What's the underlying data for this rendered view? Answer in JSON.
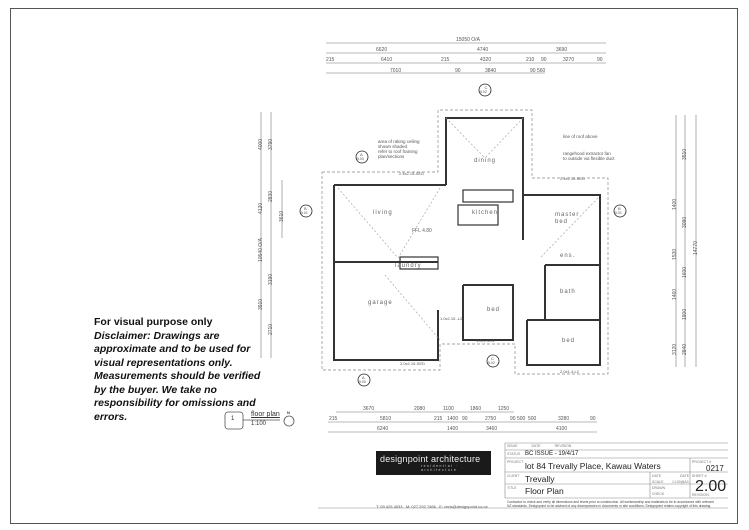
{
  "disclaimer": {
    "heading": "For visual purpose only",
    "lines": [
      "Disclaimer:  Drawings are",
      "approximate and to be used for",
      "visual representations only.",
      "Measurements should be verified",
      "by the buyer.  We take no",
      "responsibility for omissions and",
      "errors."
    ]
  },
  "drawing_tag": {
    "number": "1",
    "title": "floor plan",
    "scale": "1:100",
    "north": "N"
  },
  "rooms": {
    "dining": "dining",
    "living": "living",
    "kitchen": "kitchen",
    "master_bed": "master bed",
    "laundry": "laundry",
    "garage": "garage",
    "bed1": "bed",
    "bed2": "bed",
    "ens": "ens.",
    "bath": "bath",
    "ffl": "FFL 4.80"
  },
  "notes": {
    "raking_ceiling": [
      "area of raking ceiling",
      "shown shaded",
      "refer to roof framing",
      "plan/sections"
    ],
    "roof_line": "line of roof above",
    "rangehood": [
      "rangehood extractor fan",
      "to outside via flexible duct"
    ],
    "garage_dim": "2820"
  },
  "section_markers": [
    {
      "id": "C",
      "sheet": "5.02",
      "pos": "top"
    },
    {
      "id": "A",
      "sheet": "5.00",
      "pos": "left-top"
    },
    {
      "id": "B",
      "sheet": "5.01",
      "pos": "left"
    },
    {
      "id": "B",
      "sheet": "5.01",
      "pos": "right"
    },
    {
      "id": "A",
      "sheet": "5.00",
      "pos": "bottom-left"
    },
    {
      "id": "C",
      "sheet": "5.02",
      "pos": "bottom"
    }
  ],
  "window_tags": {
    "w1": "2.4x2.15-SED",
    "w2": "2.4x2.15-SED",
    "w3": "1.0x2.15 -L2",
    "w4": "1.8x1.4-L2",
    "w5": "2.0x1.4-L2",
    "w6": "2.0x2.15-SED",
    "w7": "1.2x1.4-L2"
  },
  "dimensions_top": {
    "overall": "15050 O/A",
    "row1": [
      "6620",
      "4740",
      "3690"
    ],
    "row2": [
      "215",
      "6410",
      "215",
      "4320",
      "210",
      "90",
      "3270",
      "90"
    ],
    "row3": [
      "7010",
      "90",
      "3840",
      "90",
      "560"
    ]
  },
  "dimensions_bottom": {
    "row1": [
      "3670",
      "2080",
      "1100",
      "1860",
      "1250"
    ],
    "row2": [
      "215",
      "5810",
      "215",
      "1400",
      "90",
      "2750",
      "90",
      "500",
      "500",
      "3280",
      "90"
    ],
    "row3": [
      "6240",
      "1400",
      "3460",
      "4100"
    ]
  },
  "dimensions_left": {
    "overall": "10540 O/A",
    "a": [
      "4000",
      "3790"
    ],
    "b": [
      "4120",
      "2830",
      "3610",
      "730",
      "90"
    ],
    "c": [
      "3910",
      "3190",
      "2710"
    ]
  },
  "dimensions_right": {
    "overall": "14770",
    "segments": [
      "3510",
      "3090",
      "1600",
      "1900",
      "1400",
      "1530",
      "2840",
      "1460",
      "3120"
    ]
  },
  "contact": {
    "phone": "T: 09 425 4533",
    "mobile": "M: 027 292 7466",
    "email": "E: chris@designpoint.co.nz"
  },
  "logo": {
    "brand": "designpoint architecture",
    "tagline": "residential · architecture"
  },
  "title_block": {
    "header_labels": [
      "issue",
      "date",
      "revision"
    ],
    "status_label": "status",
    "status": "BC ISSUE - 19/4/17",
    "project_label": "project",
    "project": "lot 84 Trevally Place, Kawau Waters",
    "project_no_label": "project #",
    "project_no": "0217",
    "client_label": "client",
    "client": "Trevally",
    "title_label": "title",
    "title": "Floor Plan",
    "date_label": "date",
    "date_value": "Date",
    "scale_label": "scale",
    "scale_value": "1:100@A3",
    "drawn_label": "drawn",
    "check_label": "check",
    "sheet_label": "sheet #",
    "sheet_no": "2.00",
    "revision_label": "revision",
    "footer_line1": "Contractor to check and verify all dimensions and levels prior to construction.  All workmanship and materials to be in accordance with relevant",
    "footer_line2": "NZ standards.  Designpoint to be advised of any discrepancies in documents or site conditions.  Designpoint retains copyright of this drawing."
  }
}
